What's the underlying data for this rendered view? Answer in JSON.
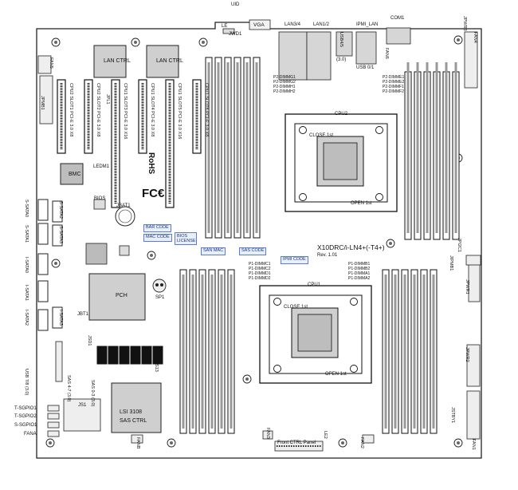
{
  "board": {
    "model": "X10DRC/i-LN4+(-T4+)",
    "revision": "Rev. 1.01"
  },
  "rear_io": {
    "uid": "UID",
    "led": "LE",
    "jwd": "JWD1",
    "vga": "VGA",
    "lan34": "LAN3/4",
    "lan12": "LAN1/2",
    "usb45": "USB4/5",
    "usb45_ver": "(3.0)",
    "ipmi_lan": "IPMI_LAN",
    "usb01": "USB 0/1",
    "com1": "COM1",
    "fan6": "FAN6"
  },
  "chips": {
    "lan_ctrl_1": "LAN CTRL",
    "lan_ctrl_2": "LAN CTRL",
    "bmc": "BMC",
    "pch": "PCH",
    "lsi_line1": "LSI 3108",
    "lsi_line2": "SAS CTRL",
    "sp1": "SP1",
    "jbat1": "JBAT1",
    "bios": "BIOS",
    "ledm1": "LEDM1",
    "jpmb1": "JPMB1",
    "jpl1": "JPL1"
  },
  "pcie_slots": [
    "CPU2 SLOT1 PCI-E 3.0 X8",
    "CPU2 SLOT2 PCI-E 3.0 X8",
    "CPU1 SLOT3 PCI-E 3.0 X16",
    "CPU1 SLOT4 PCI-E 3.0 X8",
    "CPU1 SLOT5 PCI-E 3.0 X16",
    "CPU1 SLOT6 PCI-E 3.0 X8"
  ],
  "cpu2": {
    "label": "CPU2",
    "close": "CLOSE 1st",
    "open": "OPEN 1st"
  },
  "cpu1": {
    "label": "CPU1",
    "close": "CLOSE 1st",
    "open": "OPEN 1st"
  },
  "dimm_labels_top_left": [
    "P2-DIMMG1",
    "P2-DIMMG2",
    "P2-DIMMH1",
    "P2-DIMMH2"
  ],
  "dimm_labels_top_right": [
    "P2-DIMME1",
    "P2-DIMME2",
    "P2-DIMMF1",
    "P2-DIMMF2"
  ],
  "dimm_labels_mid_left": [
    "P1-DIMMC1",
    "P1-DIMMC2",
    "P1-DIMMD1",
    "P1-DIMMD2"
  ],
  "dimm_labels_mid_right": [
    "P1-DIMMB1",
    "P1-DIMMB2",
    "P1-DIMMA1",
    "P1-DIMMA2"
  ],
  "code_tags": {
    "bar_code": "BAR CODE",
    "mac_code": "MAC CODE",
    "bios_license": "BIOS LICENSE",
    "san_mac": "SAN MAC",
    "sas_code": "SAS CODE",
    "ipmi_code": "IPMI CODE"
  },
  "left_connectors": {
    "fans_top": "FAN5",
    "s_sata": [
      "S-SATA0",
      "S-SATA1",
      "S-SATA2",
      "S-SATA3"
    ],
    "i_sata": [
      "I-SATA0",
      "I-SATA1",
      "I-SATA2",
      "I-SATA3"
    ],
    "usb": "USB 7/8 (3.0)",
    "sas_47": "SAS 4-7 (3.0)",
    "sas_03": "SAS 0-3 (3.0)",
    "t_sgpio1": "T-SGPIO1",
    "t_sgpio2": "T-SGPIO2",
    "s_sgpio1": "S-SGPIO1",
    "fana": "FANA",
    "js1": "JS1",
    "jsd1": "JSD1",
    "jbt1": "JBT1"
  },
  "right_connectors": {
    "jpwr1": "JPWR1",
    "jpwr2": "JPWR2",
    "jpwr3": "JPWR3",
    "jstby": "JSTBY1",
    "fan1": "FAN1",
    "fan4": "FAN4",
    "jpi2c": "JPI2C1",
    "jipmb": "JIPMB1"
  },
  "bottom": {
    "front_panel": "Front CTRL Panel",
    "fan_b": "FANB",
    "fan3": "FAN3",
    "fan2": "FAN2",
    "led": "LE2",
    "ds13": "DS13"
  },
  "regulatory": {
    "fcc": "FC€",
    "rohs": "RoHS"
  }
}
